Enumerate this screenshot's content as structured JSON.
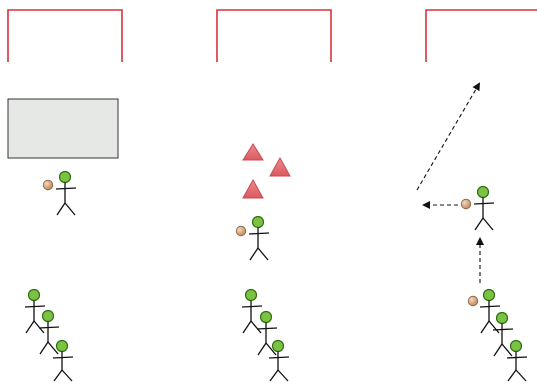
{
  "colors": {
    "background": "#ffffff",
    "goal_stroke": "#d8323c",
    "screen_fill": "#e6e8e6",
    "screen_stroke": "#333333",
    "cone_fill": "#e86b6e",
    "cone_stroke": "#c94a52",
    "player_head": "#7cc242",
    "player_head_stroke": "#2f6d12",
    "player_body": "#111111",
    "ball_fill": "#d8a77b",
    "ball_stroke": "#8a6040",
    "arrow": "#111111"
  },
  "drills": [
    {
      "id": "drill-1",
      "icons": [
        "goal-icon",
        "mannequin-screen-icon",
        "player-with-ball-icon",
        "player-queue-icon"
      ]
    },
    {
      "id": "drill-2",
      "icons": [
        "goal-icon",
        "cone-icon",
        "player-with-ball-icon",
        "player-queue-icon"
      ]
    },
    {
      "id": "drill-3",
      "icons": [
        "goal-icon",
        "pass-arrow-icon",
        "run-arrow-icon",
        "shot-arrow-icon",
        "player-with-ball-icon",
        "player-queue-icon"
      ]
    }
  ]
}
